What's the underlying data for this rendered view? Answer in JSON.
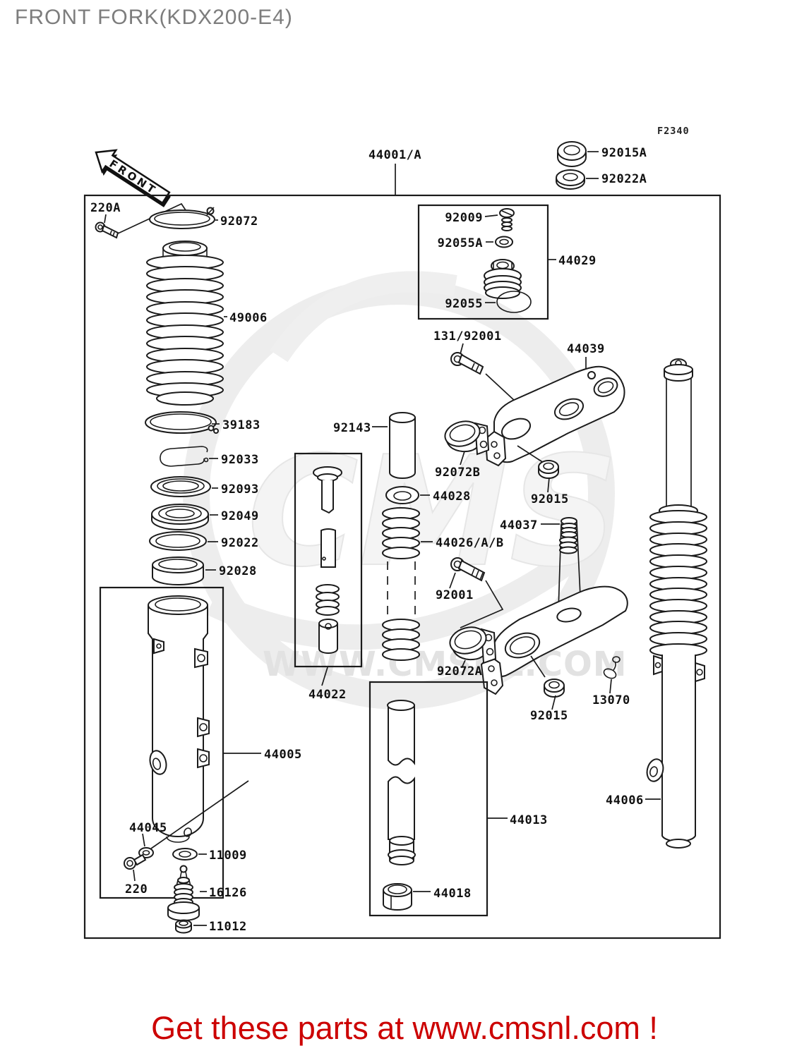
{
  "title": "FRONT FORK(KDX200-E4)",
  "figure_code": "F2340",
  "front_arrow": "FRONT",
  "watermark": {
    "logo": "CMS",
    "url": "WWW.CMSNL.COM"
  },
  "footer": "Get these parts at www.cmsnl.com !",
  "labels": {
    "assembly": "44001/A",
    "p92015a": "92015A",
    "p92022a": "92022A",
    "p220a": "220A",
    "p92072": "92072",
    "p49006": "49006",
    "p92009": "92009",
    "p92055a": "92055A",
    "p44029": "44029",
    "p92055": "92055",
    "p131_92001": "131/92001",
    "p44039": "44039",
    "p92143": "92143",
    "p92072b": "92072B",
    "p44028": "44028",
    "p92015_upper": "92015",
    "p44037": "44037",
    "p44026": "44026/A/B",
    "p92001": "92001",
    "p39183": "39183",
    "p92033": "92033",
    "p92093": "92093",
    "p92049": "92049",
    "p92022": "92022",
    "p92028": "92028",
    "p44022": "44022",
    "p92072a": "92072A",
    "p92015_lower": "92015",
    "p13070": "13070",
    "p44005": "44005",
    "p44045": "44045",
    "p11009": "11009",
    "p220": "220",
    "p16126": "16126",
    "p11012": "11012",
    "p44013": "44013",
    "p44018": "44018",
    "p44006": "44006"
  }
}
